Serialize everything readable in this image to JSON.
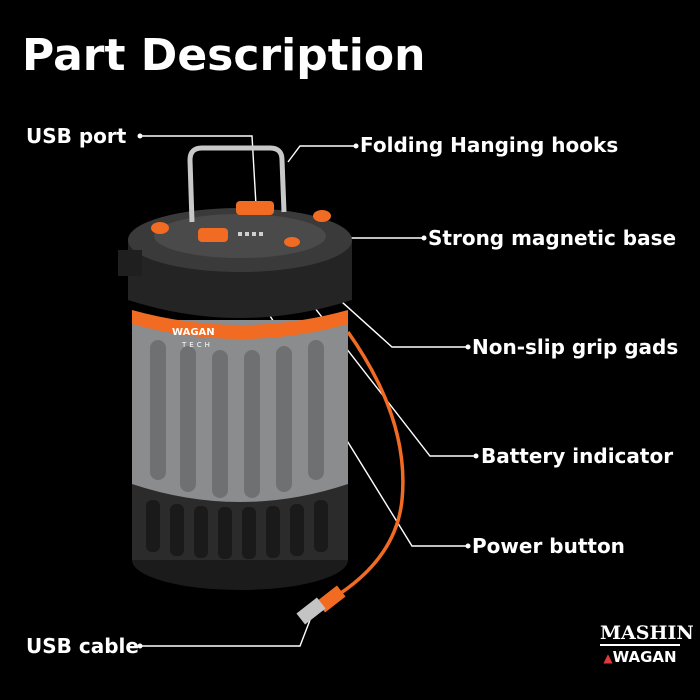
{
  "title": "Part Description",
  "labels": {
    "usb_port": "USB port",
    "hooks": "Folding Hanging hooks",
    "magnet": "Strong magnetic base",
    "grip": "Non-slip grip gads",
    "battery": "Battery indicator",
    "power": "Power button",
    "cable": "USB cable"
  },
  "brand_on_lantern": "WAGAN",
  "brand_sub_on_lantern": "TECH",
  "logo": {
    "top": "MASHIN",
    "bottom": "WAGAN"
  },
  "colors": {
    "background": "#000000",
    "accent": "#f26b22",
    "body": "#8a8c8e",
    "cap": "#2a2a2a"
  }
}
